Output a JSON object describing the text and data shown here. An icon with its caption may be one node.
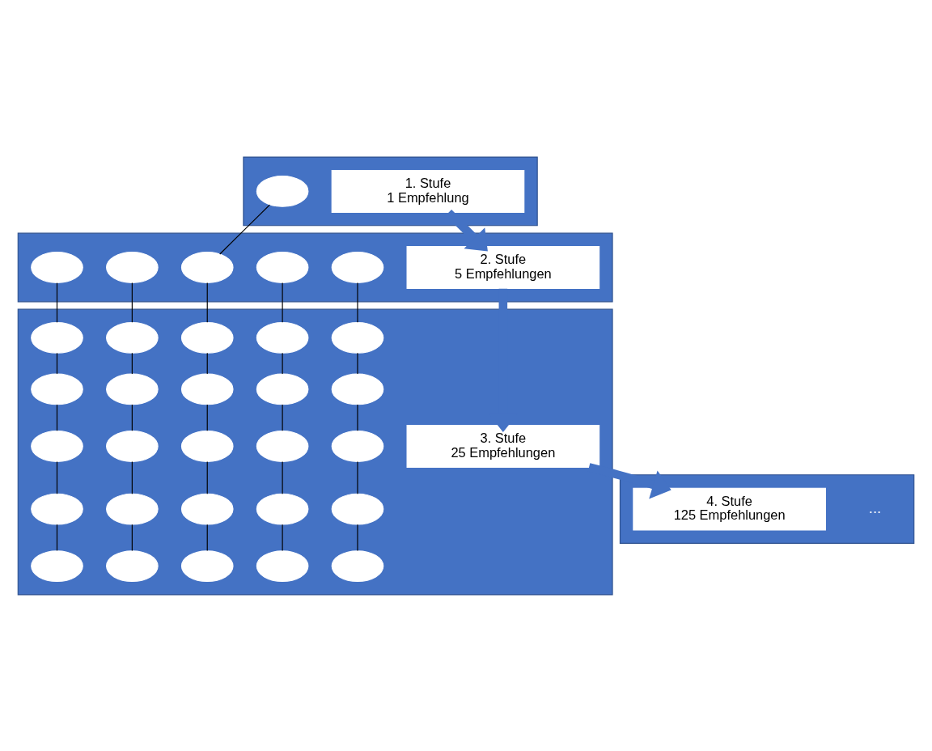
{
  "diagram": {
    "nodes": [
      {
        "text": [],
        "shape": "box"
      },
      {
        "text": [
          "1. Stufe",
          "1 Empfehlung"
        ],
        "in": 0
      },
      {
        "text": [],
        "shape": "ellipse",
        "in": 0
      },
      {
        "text": [],
        "shape": "box"
      },
      {
        "text": [
          "2. Stufe",
          "5 Empfehlungen"
        ],
        "in": 3
      },
      {
        "text": [],
        "shape": "ellipse",
        "in": 3
      },
      {
        "text": [],
        "shape": "ellipse",
        "in": 3
      },
      {
        "text": [],
        "shape": "ellipse",
        "in": 3
      },
      {
        "text": [],
        "shape": "ellipse",
        "in": 3
      },
      {
        "text": [],
        "shape": "ellipse",
        "in": 3
      },
      {
        "text": [],
        "shape": "box"
      },
      {
        "text": [
          "3. Stufe",
          "25 Empfehlungen"
        ],
        "in": 10
      },
      {
        "text": [],
        "shape": "ellipse",
        "in": 10
      },
      {
        "text": [],
        "shape": "ellipse",
        "in": 10
      },
      {
        "text": [],
        "shape": "ellipse",
        "in": 10
      },
      {
        "text": [],
        "shape": "ellipse",
        "in": 10
      },
      {
        "text": [],
        "shape": "ellipse",
        "in": 10
      },
      {
        "text": [],
        "shape": "ellipse",
        "in": 10
      },
      {
        "text": [],
        "shape": "ellipse",
        "in": 10
      },
      {
        "text": [],
        "shape": "ellipse",
        "in": 10
      },
      {
        "text": [],
        "shape": "ellipse",
        "in": 10
      },
      {
        "text": [],
        "shape": "ellipse",
        "in": 10
      },
      {
        "text": [],
        "shape": "ellipse",
        "in": 10
      },
      {
        "text": [],
        "shape": "ellipse",
        "in": 10
      },
      {
        "text": [],
        "shape": "ellipse",
        "in": 10
      },
      {
        "text": [],
        "shape": "ellipse",
        "in": 10
      },
      {
        "text": [],
        "shape": "ellipse",
        "in": 10
      },
      {
        "text": [],
        "shape": "ellipse",
        "in": 10
      },
      {
        "text": [],
        "shape": "ellipse",
        "in": 10
      },
      {
        "text": [],
        "shape": "ellipse",
        "in": 10
      },
      {
        "text": [],
        "shape": "ellipse",
        "in": 10
      },
      {
        "text": [],
        "shape": "ellipse",
        "in": 10
      },
      {
        "text": [],
        "shape": "ellipse",
        "in": 10
      },
      {
        "text": [],
        "shape": "ellipse",
        "in": 10
      },
      {
        "text": [],
        "shape": "ellipse",
        "in": 10
      },
      {
        "text": [],
        "shape": "ellipse",
        "in": 10
      },
      {
        "text": [],
        "shape": "ellipse",
        "in": 10
      },
      {
        "text": [],
        "shape": "box"
      },
      {
        "text": [
          "4. Stufe",
          "125 Empfehlungen"
        ],
        "in": 37
      },
      {
        "text": [
          "..."
        ],
        "in": 37
      }
    ],
    "edges": [
      {
        "from": 1,
        "to": 4,
        "arrow": "to",
        "style": "thick",
        "color": "#4472c4"
      },
      {
        "from": 4,
        "to": 11,
        "arrow": "to",
        "style": "thick",
        "color": "#4472c4"
      },
      {
        "from": 11,
        "to": 38,
        "arrow": "to",
        "style": "thick",
        "color": "#4472c4"
      },
      {
        "from": 2,
        "to": 7,
        "arrow": "none"
      },
      {
        "from": 5,
        "to": 12,
        "arrow": "none"
      },
      {
        "from": 6,
        "to": 13,
        "arrow": "none"
      },
      {
        "from": 7,
        "to": 14,
        "arrow": "none"
      },
      {
        "from": 8,
        "to": 15,
        "arrow": "none"
      },
      {
        "from": 9,
        "to": 16,
        "arrow": "none"
      },
      {
        "from": 12,
        "to": 17,
        "arrow": "none"
      },
      {
        "from": 13,
        "to": 18,
        "arrow": "none"
      },
      {
        "from": 14,
        "to": 19,
        "arrow": "none"
      },
      {
        "from": 15,
        "to": 20,
        "arrow": "none"
      },
      {
        "from": 16,
        "to": 21,
        "arrow": "none"
      },
      {
        "from": 17,
        "to": 22,
        "arrow": "none"
      },
      {
        "from": 18,
        "to": 23,
        "arrow": "none"
      },
      {
        "from": 19,
        "to": 24,
        "arrow": "none"
      },
      {
        "from": 20,
        "to": 25,
        "arrow": "none"
      },
      {
        "from": 21,
        "to": 26,
        "arrow": "none"
      },
      {
        "from": 22,
        "to": 27,
        "arrow": "none"
      },
      {
        "from": 23,
        "to": 28,
        "arrow": "none"
      },
      {
        "from": 24,
        "to": 29,
        "arrow": "none"
      },
      {
        "from": 25,
        "to": 30,
        "arrow": "none"
      },
      {
        "from": 26,
        "to": 31,
        "arrow": "none"
      },
      {
        "from": 27,
        "to": 32,
        "arrow": "none"
      },
      {
        "from": 28,
        "to": 33,
        "arrow": "none"
      },
      {
        "from": 29,
        "to": 34,
        "arrow": "none"
      },
      {
        "from": 30,
        "to": 35,
        "arrow": "none"
      },
      {
        "from": 31,
        "to": 36,
        "arrow": "none"
      }
    ]
  }
}
